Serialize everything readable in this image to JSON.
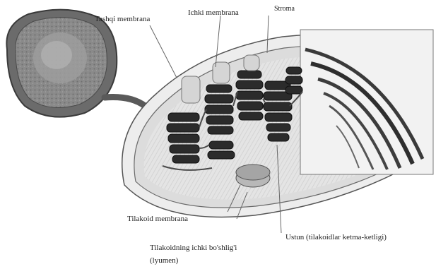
{
  "labels": {
    "outer_membrane": "Tashqi membrana",
    "inner_membrane": "Ichki membrana",
    "stroma": "Stroma",
    "thylakoid_membrane": "Tilakoid membrana",
    "lumen_line1": "Tilakoidning ichki bo'shlig'i",
    "lumen_line2": "(lyumen)",
    "granum": "Ustun (tilakoidlar ketma-ketligi)"
  }
}
